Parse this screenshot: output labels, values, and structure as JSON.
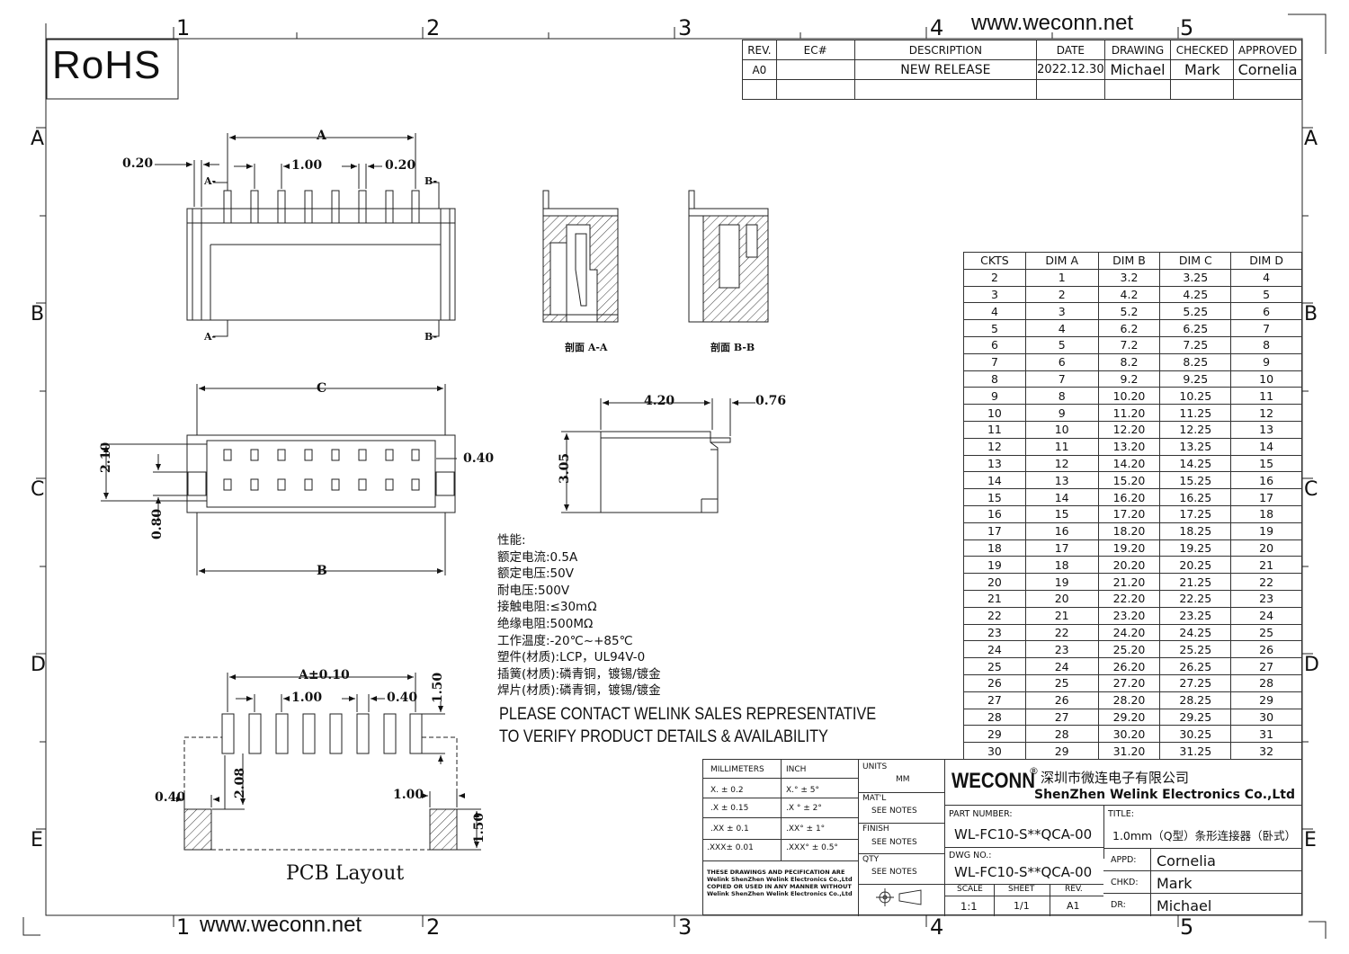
{
  "header": {
    "logo": "RoHS",
    "website": "www.weconn.net",
    "grid_numbers": [
      "1",
      "2",
      "3",
      "4",
      "5"
    ],
    "grid_letters": [
      "A",
      "B",
      "C",
      "D",
      "E"
    ]
  },
  "revision_table": {
    "headers": [
      "REV.",
      "EC#",
      "DESCRIPTION",
      "DATE",
      "DRAWING",
      "CHECKED",
      "APPROVED"
    ],
    "rows": [
      [
        "A0",
        "",
        "NEW RELEASE",
        "2022.12.30",
        "Michael",
        "Mark",
        "Cornelia"
      ]
    ]
  },
  "views": {
    "top": {
      "A": "A",
      "left_gap": "0.20",
      "pitch": "1.00",
      "right_gap": "0.20",
      "section_A": "A-",
      "section_B": "B-"
    },
    "front": {
      "C": "C",
      "B": "B",
      "h210": "2.10",
      "h080": "0.80",
      "w040": "0.40"
    },
    "section_aa": "剖面 A-A",
    "section_bb": "剖面 B-B",
    "side": {
      "w420": "4.20",
      "w076": "0.76",
      "h305": "3.05"
    },
    "pcb": {
      "A": "A±0.10",
      "pitch": "1.00",
      "pad": "0.40",
      "h150a": "1.50",
      "h208": "2.08",
      "left040": "0.40",
      "right100": "1.00",
      "h150b": "1.50",
      "title": "PCB Layout"
    }
  },
  "specs": {
    "lines": [
      "性能:",
      "额定电流:0.5A",
      "额定电压:50V",
      "耐电压:500V",
      "接触电阻:≤30mΩ",
      "绝缘电阻:500MΩ",
      "工作温度:-20℃~+85℃",
      "塑件(材质):LCP，UL94V-0",
      "插簧(材质):磷青铜，镀锡/镀金",
      "焊片(材质):磷青铜，镀锡/镀金"
    ],
    "notice1": "PLEASE CONTACT WELINK SALES REPRESENTATIVE",
    "notice2": "TO VERIFY PRODUCT DETAILS & AVAILABILITY"
  },
  "dim_table": {
    "headers": [
      "CKTS",
      "DIM A",
      "DIM B",
      "DIM C",
      "DIM D"
    ],
    "rows": [
      [
        "2",
        "1",
        "3.2",
        "3.25",
        "4"
      ],
      [
        "3",
        "2",
        "4.2",
        "4.25",
        "5"
      ],
      [
        "4",
        "3",
        "5.2",
        "5.25",
        "6"
      ],
      [
        "5",
        "4",
        "6.2",
        "6.25",
        "7"
      ],
      [
        "6",
        "5",
        "7.2",
        "7.25",
        "8"
      ],
      [
        "7",
        "6",
        "8.2",
        "8.25",
        "9"
      ],
      [
        "8",
        "7",
        "9.2",
        "9.25",
        "10"
      ],
      [
        "9",
        "8",
        "10.20",
        "10.25",
        "11"
      ],
      [
        "10",
        "9",
        "11.20",
        "11.25",
        "12"
      ],
      [
        "11",
        "10",
        "12.20",
        "12.25",
        "13"
      ],
      [
        "12",
        "11",
        "13.20",
        "13.25",
        "14"
      ],
      [
        "13",
        "12",
        "14.20",
        "14.25",
        "15"
      ],
      [
        "14",
        "13",
        "15.20",
        "15.25",
        "16"
      ],
      [
        "15",
        "14",
        "16.20",
        "16.25",
        "17"
      ],
      [
        "16",
        "15",
        "17.20",
        "17.25",
        "18"
      ],
      [
        "17",
        "16",
        "18.20",
        "18.25",
        "19"
      ],
      [
        "18",
        "17",
        "19.20",
        "19.25",
        "20"
      ],
      [
        "19",
        "18",
        "20.20",
        "20.25",
        "21"
      ],
      [
        "20",
        "19",
        "21.20",
        "21.25",
        "22"
      ],
      [
        "21",
        "20",
        "22.20",
        "22.25",
        "23"
      ],
      [
        "22",
        "21",
        "23.20",
        "23.25",
        "24"
      ],
      [
        "23",
        "22",
        "24.20",
        "24.25",
        "25"
      ],
      [
        "24",
        "23",
        "25.20",
        "25.25",
        "26"
      ],
      [
        "25",
        "24",
        "26.20",
        "26.25",
        "27"
      ],
      [
        "26",
        "25",
        "27.20",
        "27.25",
        "28"
      ],
      [
        "27",
        "26",
        "28.20",
        "28.25",
        "29"
      ],
      [
        "28",
        "27",
        "29.20",
        "29.25",
        "30"
      ],
      [
        "29",
        "28",
        "30.20",
        "30.25",
        "31"
      ],
      [
        "30",
        "29",
        "31.20",
        "31.25",
        "32"
      ]
    ]
  },
  "title_block": {
    "mm_header": "MILLIMETERS",
    "inch_header": "INCH",
    "tol_mm": [
      "X.   ±  0.2",
      ".X   ±  0.15",
      ".XX  ±  0.1",
      ".XXX±  0.01"
    ],
    "tol_in": [
      "X.°   ±  5°",
      ".X °  ± 2°",
      ".XX°   ± 1°",
      ".XXX° ± 0.5°"
    ],
    "units_label": "UNITS",
    "units_value": "MM",
    "mat_label": "MAT'L",
    "mat_value": "SEE NOTES",
    "finish_label": "FINISH",
    "finish_value": "SEE NOTES",
    "qty_label": "QTY",
    "qty_value": "SEE NOTES",
    "disclaimer": "THESE DRAWINGS AND PECIFICATION  ARE Welink ShenZhen Welink Electronics Co.,Ltd  COPIED OR USED IN ANY MANNER WITHOUT Welink ShenZhen Welink Electronics Co.,Ltd",
    "brand": "WECONN",
    "company_cn": "深圳市微连电子有限公司",
    "company_en": "ShenZhen Welink Electronics Co.,Ltd",
    "part_label": "PART NUMBER:",
    "part_number": "WL-FC10-S**QCA-00",
    "title_label": "TITLE:",
    "title": "1.0mm（Q型）条形连接器（卧式）",
    "dwg_label": "DWG NO.:",
    "dwg_number": "WL-FC10-S**QCA-00",
    "scale_label": "SCALE",
    "scale": "1:1",
    "sheet_label": "SHEET",
    "sheet": "1/1",
    "rev_label": "REV.",
    "rev": "A1",
    "appd_label": "APPD:",
    "appd": "Cornelia",
    "chkd_label": "CHKD:",
    "chkd": "Mark",
    "dr_label": "DR:",
    "dr": "Michael"
  }
}
